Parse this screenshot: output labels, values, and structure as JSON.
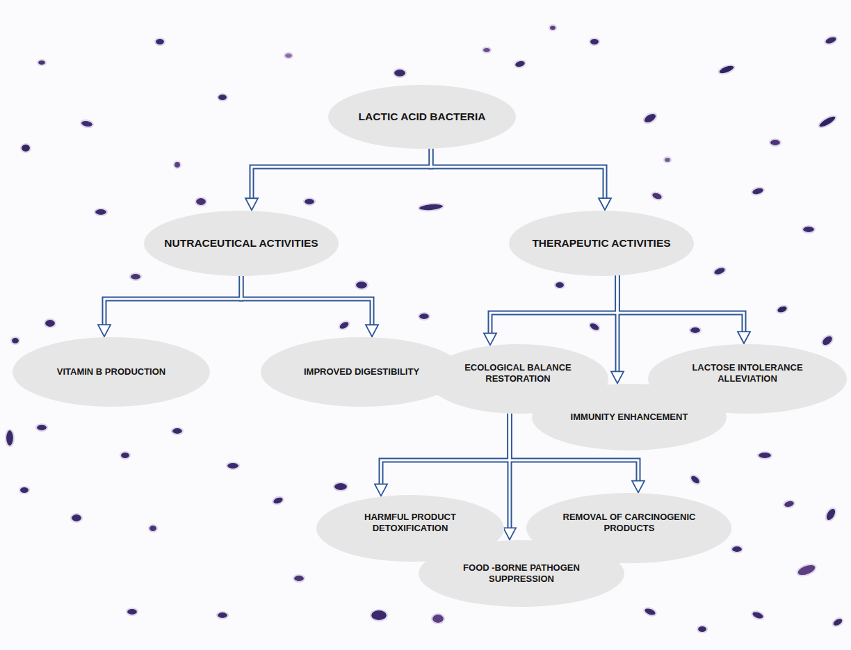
{
  "diagram": {
    "nodes": [
      {
        "text": [
          "LACTIC ACID BACTERIA"
        ]
      },
      {
        "text": [
          "NUTRACEUTICAL ACTIVITIES"
        ]
      },
      {
        "text": [
          "THERAPEUTIC ACTIVITIES"
        ]
      },
      {
        "text": [
          "VITAMIN B PRODUCTION"
        ]
      },
      {
        "text": [
          "IMPROVED DIGESTIBILITY"
        ]
      },
      {
        "text": [
          "ECOLOGICAL BALANCE RESTORATION"
        ]
      },
      {
        "text": [
          "LACTOSE INTOLERANCE ALLEVIATION"
        ]
      },
      {
        "text": [
          "IMMUNITY ENHANCEMENT"
        ]
      },
      {
        "text": [
          "HARMFUL PRODUCT DETOXIFICATION"
        ]
      },
      {
        "text": [
          "REMOVAL OF CARCINOGENIC PRODUCTS"
        ]
      },
      {
        "text": [
          "FOOD -BORNE PATHOGEN SUPPRESSION"
        ]
      }
    ],
    "edges": [
      {
        "from": 0,
        "to": 1,
        "arrow": "to"
      },
      {
        "from": 0,
        "to": 2,
        "arrow": "to"
      },
      {
        "from": 1,
        "to": 3,
        "arrow": "to"
      },
      {
        "from": 1,
        "to": 4,
        "arrow": "to"
      },
      {
        "from": 2,
        "to": 5,
        "arrow": "to"
      },
      {
        "from": 2,
        "to": 6,
        "arrow": "to"
      },
      {
        "from": 2,
        "to": 7,
        "arrow": "to"
      },
      {
        "from": 5,
        "to": 8,
        "arrow": "to"
      },
      {
        "from": 5,
        "to": 10,
        "arrow": "to"
      },
      {
        "from": 5,
        "to": 9,
        "arrow": "to"
      }
    ]
  }
}
